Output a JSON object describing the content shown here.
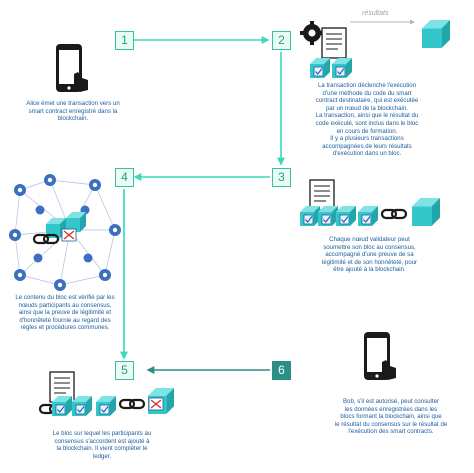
{
  "steps": [
    "1",
    "2",
    "3",
    "4",
    "5",
    "6"
  ],
  "labels": {
    "results": "résultats"
  },
  "texts": {
    "alice": [
      "Alice émet une transaction vers un",
      "smart contract enregistré dans la",
      "blockchain."
    ],
    "step2": [
      "La transaction déclenche l'exécution",
      "d'une méthode du code du smart",
      "contract destinataire, qui est exécutée",
      "par un nœud de la blockchain.",
      "La transaction, ainsi que le résultat du",
      "code exécuté, sont inclus dans le bloc",
      "en cours de formation.",
      "Il y a plusieurs transactions",
      "accompagnées de leurs résultats",
      "d'exécution dans un bloc."
    ],
    "step3": [
      "Chaque nœud validateur peut",
      "soumettre son bloc au consensus,",
      "accompagné d'une preuve de sa",
      "légitimité et de son honnêteté, pour",
      "être ajouté à la blockchain."
    ],
    "step4": [
      "Le contenu du bloc est vérifié par les",
      "nœuds participants au consensus,",
      "ainsi que la preuve de légitimité et",
      "d'honnêteté fournie au regard des",
      "règles et procédures communes."
    ],
    "step5": [
      "Le bloc sur lequel les participants au",
      "consensus s'accordent est ajouté à",
      "la blockchain. Il vient compléter le",
      "ledger."
    ],
    "step6": [
      "Bob, s'il est autorisé, peut consulter",
      "les données enregistrées dans les",
      "blocs formant la blockchain, ainsi que",
      "le résultat du consensus sur le résultat de",
      "l'exécution des smart contracts."
    ]
  },
  "colors": {
    "arrow": "#3bd9b8",
    "text": "#1b5fa0",
    "cube": "#33c7c9",
    "gear": "#3b6fc0"
  },
  "icons": [
    "phone-icon",
    "gear-icon",
    "document-icon",
    "cube-icon",
    "chain-icon",
    "checkbox-icon",
    "network-icon"
  ]
}
